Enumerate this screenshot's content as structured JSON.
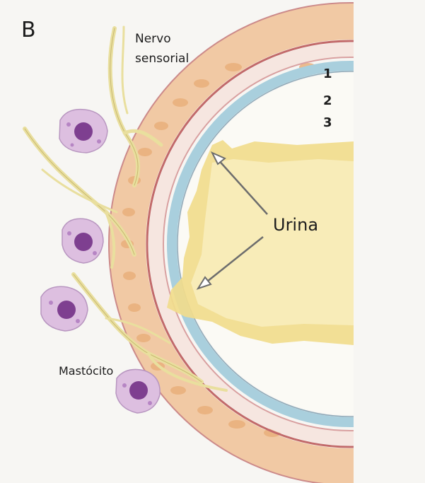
{
  "panel": {
    "letter": "B"
  },
  "labels": {
    "nerve_line1": "Nervo",
    "nerve_line2": "sensorial",
    "layer_1": "1",
    "layer_2": "2",
    "layer_3": "3",
    "urine": "Urina",
    "mast_cell": "Mastócito"
  },
  "colors": {
    "background": "#f7f6f3",
    "outer_layer": "#f1c9a4",
    "layer_border": "#c26a6a",
    "urothelium": "#a9cfdd",
    "urine": "#f1dc8c",
    "nerve": "#ece4a8",
    "mast_cell": "#d8b6d9",
    "mast_nucleus": "#7e3f90",
    "arrow": "#6d6d6d"
  }
}
